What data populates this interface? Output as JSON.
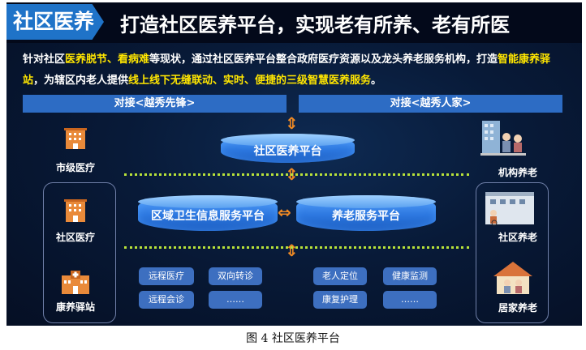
{
  "header": {
    "tag": "社区医养",
    "headline": "打造社区医养平台，实现老有所养、老有所医"
  },
  "intro": {
    "p1": "针对社区",
    "h1": "医养脱节、看病难",
    "p2": "等现状，通过社区医养平台整合政府医疗资源以及龙头养老服务机构，打造",
    "h2": "智能康养驿站",
    "p3": "，为辖区内老人提供",
    "h3": "线上线下无缝联动、实时、便捷的三级智慧医养服务",
    "p4": "。"
  },
  "bars": {
    "left": "对接<越秀先锋>",
    "right": "对接<越秀人家>"
  },
  "platforms": {
    "community": "社区医养平台",
    "health_info": "区域卫生信息服务平台",
    "elderly": "养老服务平台"
  },
  "left_levels": {
    "city": "市级医疗",
    "community": "社区医疗",
    "station": "康养驿站"
  },
  "right_levels": {
    "institution": "机构养老",
    "community": "社区养老",
    "home": "居家养老"
  },
  "services_left": [
    "远程医疗",
    "双向转诊",
    "远程会诊",
    "……"
  ],
  "services_right": [
    "老人定位",
    "健康监测",
    "康复护理",
    "……"
  ],
  "caption": "图 4   社区医养平台",
  "colors": {
    "accent": "#1f73c8",
    "highlight": "#ffe600",
    "arrow": "#f08a24",
    "dotline": "#b8e23a"
  }
}
